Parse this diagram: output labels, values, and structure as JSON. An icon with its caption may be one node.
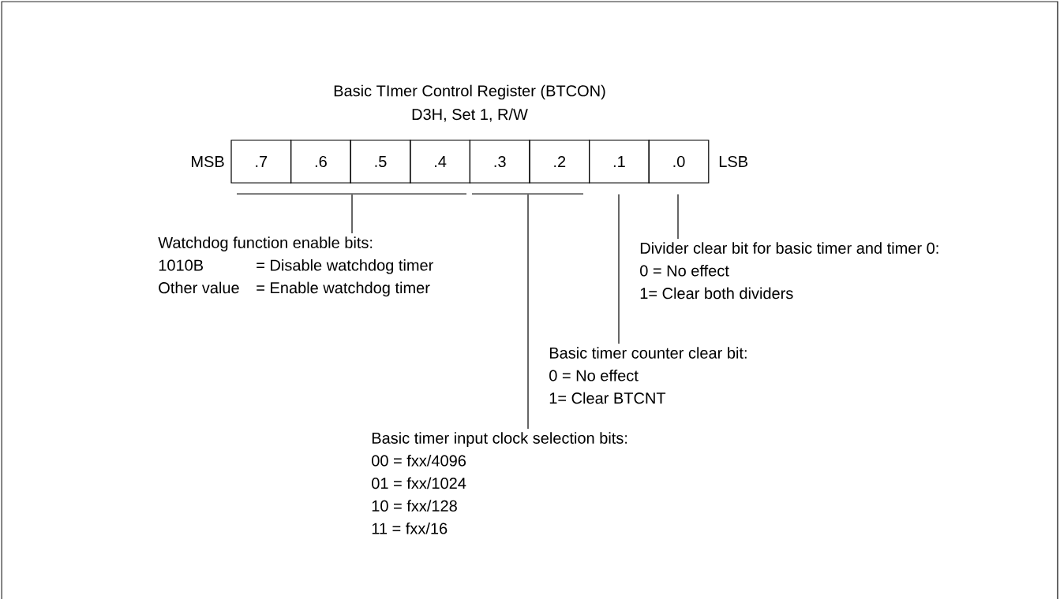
{
  "diagram": {
    "title": "Basic TImer Control Register (BTCON)",
    "nodes": [
      {
        "text": [
          ".7"
        ]
      },
      {
        "text": [
          ".6"
        ]
      },
      {
        "text": [
          ".5"
        ]
      },
      {
        "text": [
          ".4"
        ]
      },
      {
        "text": [
          ".3"
        ]
      },
      {
        "text": [
          ".2"
        ]
      },
      {
        "text": [
          ".1"
        ]
      },
      {
        "text": [
          ".0"
        ]
      },
      {
        "text": [],
        "shape": "bar"
      },
      {
        "text": [],
        "shape": "bar"
      },
      {
        "text": [
          "Watchdog function enable bits:",
          "1010B",
          "= Disable watchdog timer",
          "Other value",
          "= Enable watchdog timer"
        ]
      },
      {
        "text": [
          "Divider clear bit for basic timer and timer 0:",
          "0 = No effect",
          "1= Clear both dividers"
        ]
      },
      {
        "text": [
          "Basic timer counter clear bit:",
          "0 = No effect",
          "1= Clear BTCNT"
        ]
      },
      {
        "text": [
          "Basic timer input clock selection bits:",
          "00 = fxx/4096",
          "01 = fxx/1024",
          "10 = fxx/128",
          "11 = fxx/16"
        ]
      }
    ],
    "edges": [
      {
        "from": 10,
        "to": 8,
        "arrow": "none"
      },
      {
        "from": 13,
        "to": 9,
        "arrow": "none"
      },
      {
        "from": 12,
        "to": 6,
        "arrow": "none"
      },
      {
        "from": 11,
        "to": 7,
        "arrow": "none"
      }
    ],
    "labels": [
      "D3H, Set 1, R/W",
      "MSB",
      "LSB"
    ]
  }
}
